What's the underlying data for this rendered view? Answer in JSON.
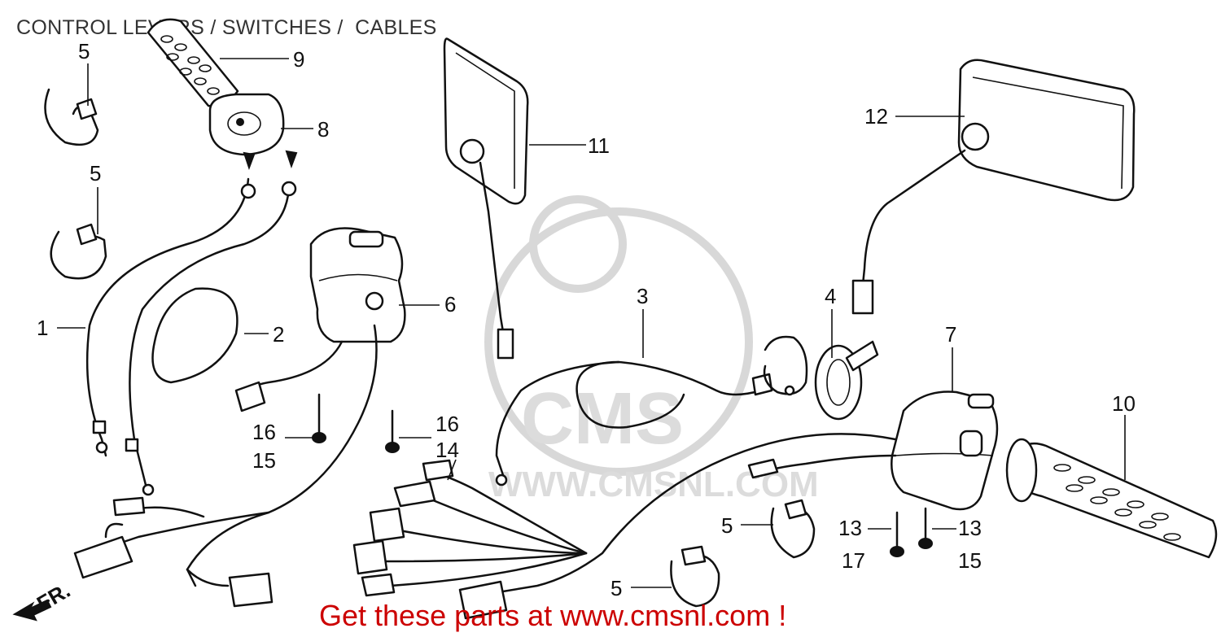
{
  "title": "CONTROL LEVERS / SWITCHES /  CABLES",
  "footer": "Get these parts at www.cmsnl.com !",
  "watermark": {
    "logo": "CMS",
    "url": "WWW.CMSNL.COM"
  },
  "direction_marker": "FR.",
  "callouts": {
    "c1": "1",
    "c2": "2",
    "c3": "3",
    "c4": "4",
    "c5a": "5",
    "c5b": "5",
    "c5c": "5",
    "c5d": "5",
    "c6": "6",
    "c7": "7",
    "c8": "8",
    "c9": "9",
    "c10": "10",
    "c11": "11",
    "c12": "12",
    "c13a": "13",
    "c13b": "13",
    "c14": "14",
    "c15a": "15",
    "c15b": "15",
    "c16a": "16",
    "c16b": "16",
    "c17": "17"
  },
  "colors": {
    "footer": "#cc0000",
    "lines": "#111111",
    "watermark": "#dcdcdc"
  }
}
